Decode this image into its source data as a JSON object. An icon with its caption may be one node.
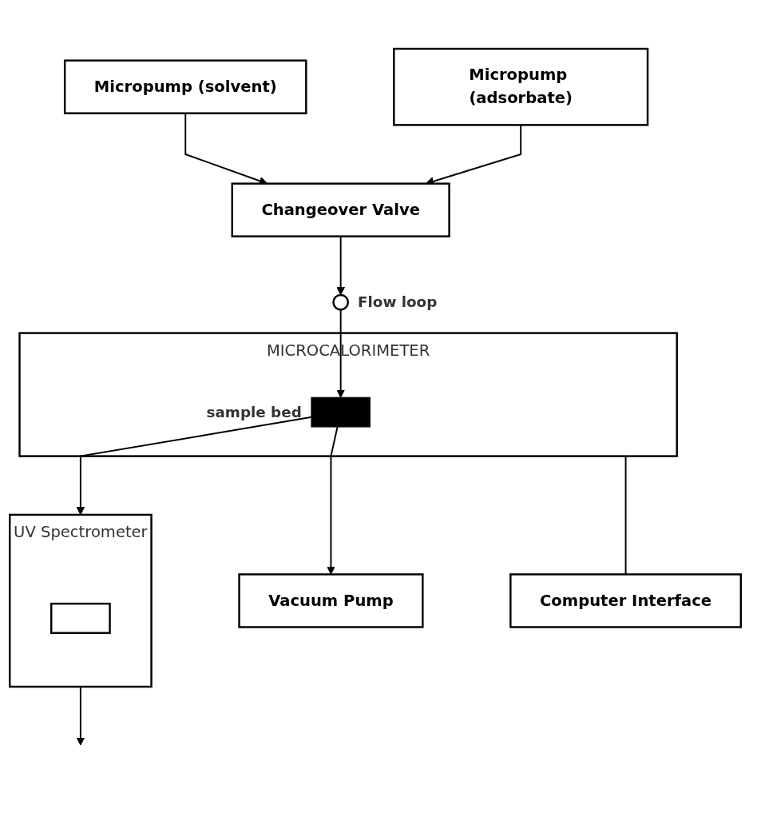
{
  "diagram": {
    "nodes": [
      {
        "text": [
          "Micropump (solvent)"
        ]
      },
      {
        "text": [
          "Changeover Valve"
        ]
      },
      {
        "text": [
          "Micropump (adsorbate)"
        ]
      },
      {
        "text": [],
        "shape": "circle",
        "beside": [
          "Flow loop"
        ]
      },
      {
        "text": [
          "MICROCALORIMETER"
        ]
      },
      {
        "text": [],
        "shape": "bar",
        "beside": [
          "sample bed"
        ],
        "in": 4
      },
      {
        "text": [
          "Vacuum Pump"
        ]
      },
      {
        "text": [
          "Computer Interface"
        ]
      },
      {
        "text": [
          "UV Spectrometer"
        ]
      },
      {
        "text": [],
        "shape": "box",
        "in": 8
      }
    ],
    "edges": [
      {
        "from": 0,
        "to": 1,
        "arrow": "to"
      },
      {
        "from": 2,
        "to": 1,
        "arrow": "to"
      },
      {
        "from": 1,
        "to": 3,
        "arrow": "to"
      },
      {
        "from": 3,
        "to": 5,
        "arrow": "to"
      },
      {
        "from": 5,
        "to": 6,
        "arrow": "to"
      },
      {
        "from": 5,
        "to": 8,
        "arrow": "to"
      },
      {
        "from": 7,
        "to": 4,
        "arrow": "none"
      },
      {
        "from": 8,
        "to": null,
        "arrow": "to"
      }
    ]
  }
}
